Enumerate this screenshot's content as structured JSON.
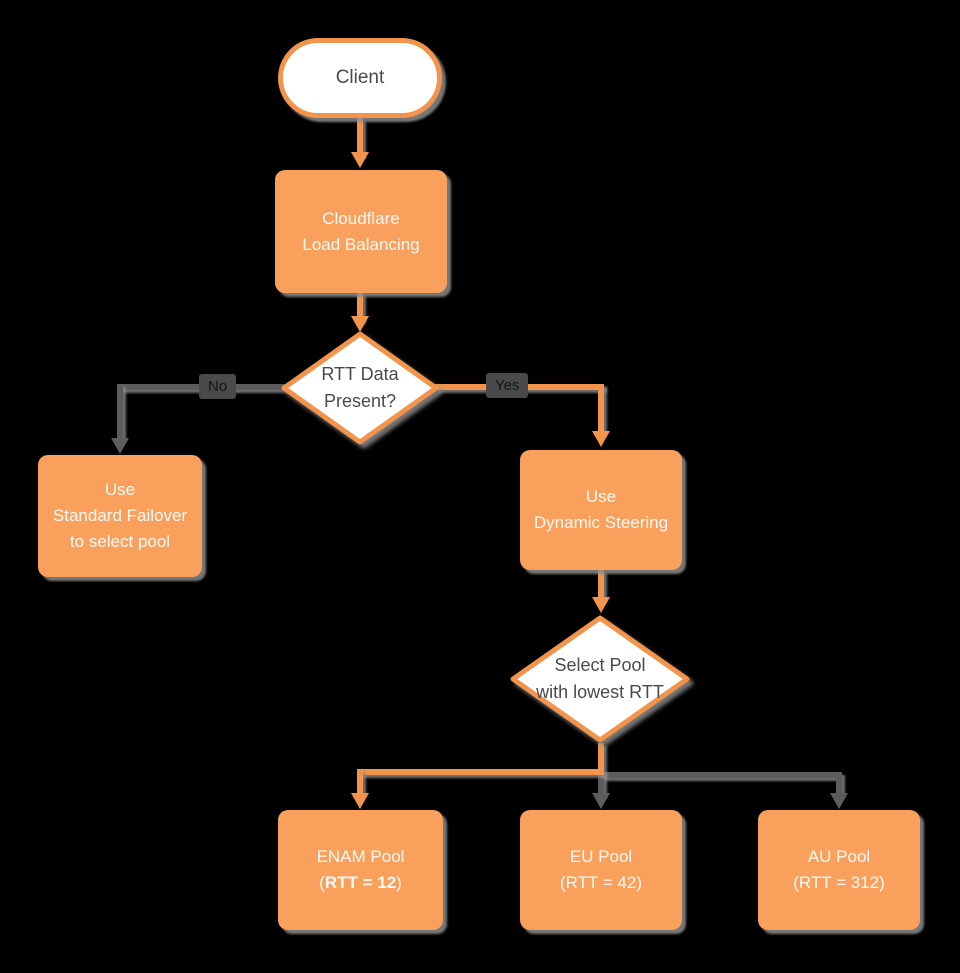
{
  "diagram": {
    "type": "flowchart",
    "colors": {
      "background": "#000000",
      "orange_fill": "#F9A05C",
      "orange_stroke": "#F2944B",
      "gray_line": "#5C5C5C",
      "white_text": "#FCF9F5",
      "dark_text": "#4A4A4A",
      "label_bg": "#4A4A4A",
      "label_text": "#141414"
    },
    "nodes": {
      "client": {
        "label": "Client"
      },
      "cloudflare_lb": {
        "line1": "Cloudflare",
        "line2": "Load Balancing"
      },
      "rtt_decision": {
        "line1": "RTT Data",
        "line2": "Present?"
      },
      "standard_failover": {
        "line1": "Use",
        "line2": "Standard Failover",
        "line3": "to select pool"
      },
      "dynamic_steering": {
        "line1": "Use",
        "line2": "Dynamic Steering"
      },
      "select_pool_decision": {
        "line1": "Select Pool",
        "line2": "with lowest RTT"
      },
      "enam_pool": {
        "line1": "ENAM Pool",
        "paren_open": "(",
        "rtt_bold": "RTT = 12",
        "paren_close": ")"
      },
      "eu_pool": {
        "line1": "EU Pool",
        "line2": "(RTT = 42)"
      },
      "au_pool": {
        "line1": "AU Pool",
        "line2": "(RTT = 312)"
      }
    },
    "edge_labels": {
      "no": "No",
      "yes": "Yes"
    }
  }
}
